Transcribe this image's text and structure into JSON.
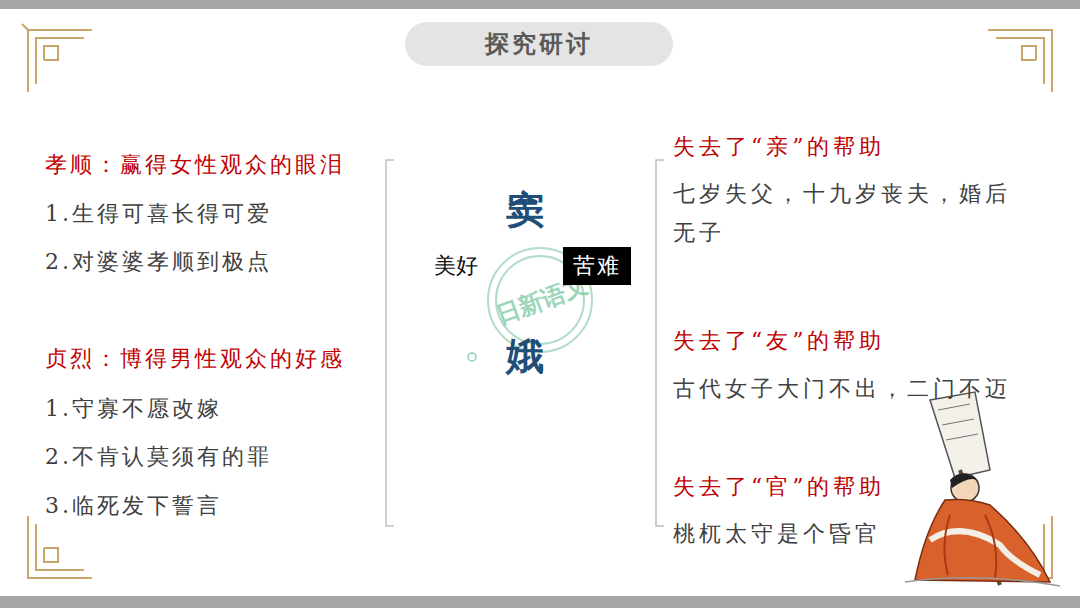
{
  "diagram": {
    "title": "探究研讨",
    "nodes": [
      {
        "text": [
          "苦难"
        ]
      }
    ],
    "labels": [
      "孝顺：赢得女性观众的眼泪",
      "1.生得可喜长得可爱",
      "2.对婆婆孝顺到极点",
      "贞烈：博得男性观众的好感",
      "1.守寡不愿改嫁",
      "2.不肯认莫须有的罪",
      "3.临死发下誓言",
      "窦",
      "美好",
      "娥",
      "失去了“亲”的帮助",
      "七岁失父，十九岁丧夫，婚后无子",
      "失去了“友”的帮助",
      "古代女子大门不出，二门不迈",
      "失去了“官”的帮助",
      "桃杌太守是个昏官",
      "日新语文"
    ]
  }
}
